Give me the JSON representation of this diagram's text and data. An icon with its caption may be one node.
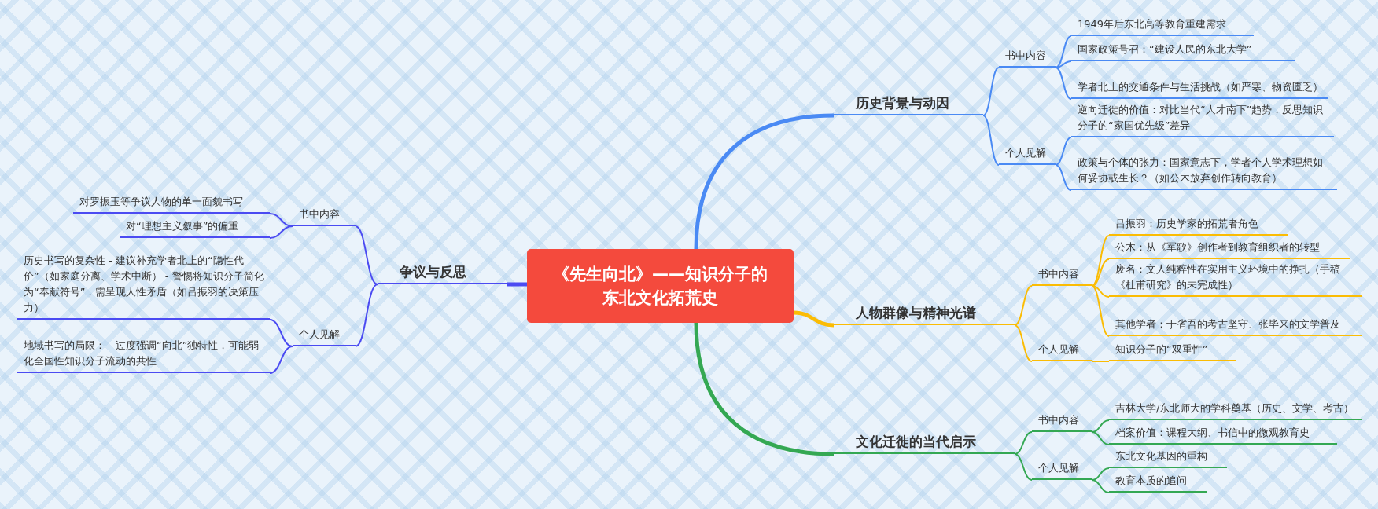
{
  "diagram": {
    "nodes": [
      {
        "text": [
          "《先生向北》——知识分子的东北文化拓荒史"
        ]
      },
      {
        "text": [
          "历史背景与动因"
        ]
      },
      {
        "text": [
          "书中内容"
        ]
      },
      {
        "text": [
          "1949年后东北高等教育重建需求"
        ]
      },
      {
        "text": [
          "国家政策号召：“建设人民的东北大学”"
        ]
      },
      {
        "text": [
          "学者北上的交通条件与生活挑战（如严寒、物资匮乏）"
        ]
      },
      {
        "text": [
          "个人见解"
        ]
      },
      {
        "text": [
          "逆向迁徙的价值：对比当代“人才南下”趋势，反思知识分子的“家国优先级”差异"
        ]
      },
      {
        "text": [
          "政策与个体的张力：国家意志下，学者个人学术理想如何妥协或生长？（如公木放弃创作转向教育）"
        ]
      },
      {
        "text": [
          "争议与反思"
        ]
      },
      {
        "text": [
          "书中内容"
        ]
      },
      {
        "text": [
          "对罗振玉等争议人物的单一面貌书写"
        ]
      },
      {
        "text": [
          "对“理想主义叙事”的偏重"
        ]
      },
      {
        "text": [
          "个人见解"
        ]
      },
      {
        "text": [
          "历史书写的复杂性 - 建议补充学者北上的“隐性代价”（如家庭分离、学术中断） - 警惕将知识分子简化为“奉献符号”，需呈现人性矛盾（如吕振羽的决策压力）"
        ]
      },
      {
        "text": [
          "地域书写的局限： - 过度强调“向北”独特性，可能弱化全国性知识分子流动的共性"
        ]
      },
      {
        "text": [
          "人物群像与精神光谱"
        ]
      },
      {
        "text": [
          "书中内容"
        ]
      },
      {
        "text": [
          "吕振羽：历史学家的拓荒者角色"
        ]
      },
      {
        "text": [
          "公木：从《军歌》创作者到教育组织者的转型"
        ]
      },
      {
        "text": [
          "废名：文人纯粹性在实用主义环境中的挣扎（手稿《杜甫研究》的未完成性）"
        ]
      },
      {
        "text": [
          "其他学者：于省吾的考古坚守、张毕来的文学普及"
        ]
      },
      {
        "text": [
          "个人见解"
        ]
      },
      {
        "text": [
          "知识分子的“双重性”"
        ]
      },
      {
        "text": [
          "文化迁徙的当代启示"
        ]
      },
      {
        "text": [
          "书中内容"
        ]
      },
      {
        "text": [
          "吉林大学/东北师大的学科奠基（历史、文学、考古）"
        ]
      },
      {
        "text": [
          "档案价值：课程大纲、书信中的微观教育史"
        ]
      },
      {
        "text": [
          "个人见解"
        ]
      },
      {
        "text": [
          "东北文化基因的重构"
        ]
      },
      {
        "text": [
          "教育本质的追问"
        ]
      }
    ],
    "edges": [
      {
        "from": 0,
        "to": 1,
        "arrow": "none",
        "style": "thick",
        "color": "#4a8af4"
      },
      {
        "from": 1,
        "to": 2,
        "arrow": "none",
        "color": "#4a8af4"
      },
      {
        "from": 2,
        "to": 3,
        "arrow": "none",
        "color": "#4a8af4"
      },
      {
        "from": 2,
        "to": 4,
        "arrow": "none",
        "color": "#4a8af4"
      },
      {
        "from": 2,
        "to": 5,
        "arrow": "none",
        "color": "#4a8af4"
      },
      {
        "from": 1,
        "to": 6,
        "arrow": "none",
        "color": "#4a8af4"
      },
      {
        "from": 6,
        "to": 7,
        "arrow": "none",
        "color": "#4a8af4"
      },
      {
        "from": 6,
        "to": 8,
        "arrow": "none",
        "color": "#4a8af4"
      },
      {
        "from": 0,
        "to": 9,
        "arrow": "none",
        "style": "thick",
        "color": "#4b4bf2"
      },
      {
        "from": 9,
        "to": 10,
        "arrow": "none",
        "color": "#4b4bf2"
      },
      {
        "from": 10,
        "to": 11,
        "arrow": "none",
        "color": "#4b4bf2"
      },
      {
        "from": 10,
        "to": 12,
        "arrow": "none",
        "color": "#4b4bf2"
      },
      {
        "from": 9,
        "to": 13,
        "arrow": "none",
        "color": "#4b4bf2"
      },
      {
        "from": 13,
        "to": 14,
        "arrow": "none",
        "color": "#4b4bf2"
      },
      {
        "from": 13,
        "to": 15,
        "arrow": "none",
        "color": "#4b4bf2"
      },
      {
        "from": 0,
        "to": 16,
        "arrow": "none",
        "style": "thick",
        "color": "#fbbc04"
      },
      {
        "from": 16,
        "to": 17,
        "arrow": "none",
        "color": "#fbbc04"
      },
      {
        "from": 17,
        "to": 18,
        "arrow": "none",
        "color": "#fbbc04"
      },
      {
        "from": 17,
        "to": 19,
        "arrow": "none",
        "color": "#fbbc04"
      },
      {
        "from": 17,
        "to": 20,
        "arrow": "none",
        "color": "#fbbc04"
      },
      {
        "from": 17,
        "to": 21,
        "arrow": "none",
        "color": "#fbbc04"
      },
      {
        "from": 16,
        "to": 22,
        "arrow": "none",
        "color": "#fbbc04"
      },
      {
        "from": 22,
        "to": 23,
        "arrow": "none",
        "color": "#fbbc04"
      },
      {
        "from": 0,
        "to": 24,
        "arrow": "none",
        "style": "thick",
        "color": "#34a853"
      },
      {
        "from": 24,
        "to": 25,
        "arrow": "none",
        "color": "#34a853"
      },
      {
        "from": 25,
        "to": 26,
        "arrow": "none",
        "color": "#34a853"
      },
      {
        "from": 25,
        "to": 27,
        "arrow": "none",
        "color": "#34a853"
      },
      {
        "from": 24,
        "to": 28,
        "arrow": "none",
        "color": "#34a853"
      },
      {
        "from": 28,
        "to": 29,
        "arrow": "none",
        "color": "#34a853"
      },
      {
        "from": 28,
        "to": 30,
        "arrow": "none",
        "color": "#34a853"
      }
    ]
  }
}
